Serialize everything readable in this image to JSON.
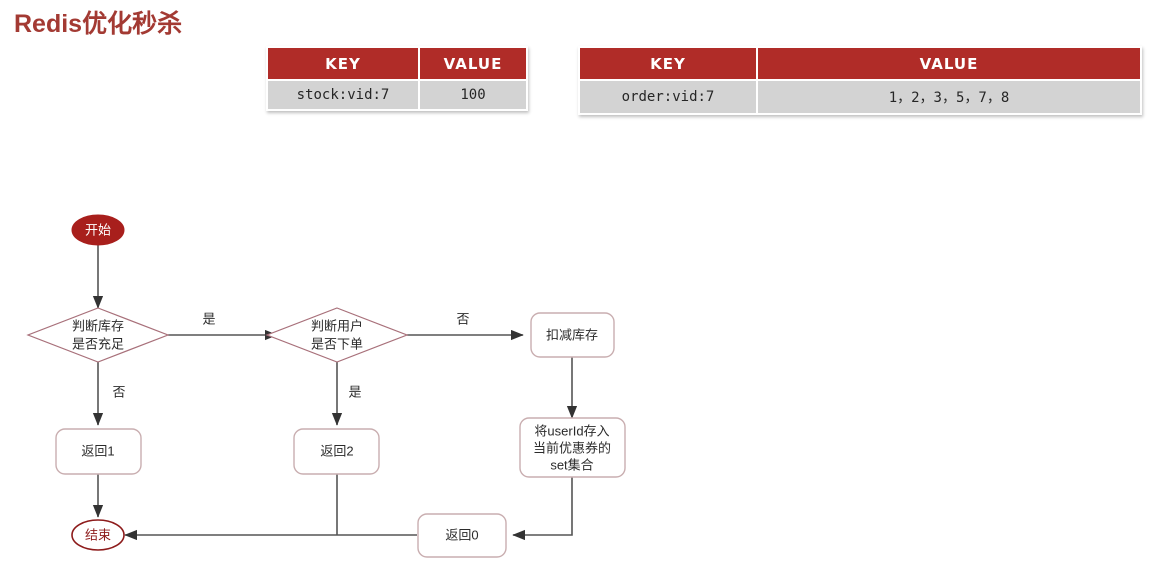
{
  "page": {
    "title": "Redis优化秒杀",
    "title_color": "#a33a33",
    "background": "#ffffff"
  },
  "tables": {
    "header_bg": "#b02c28",
    "header_fg": "#ffffff",
    "body_bg": "#d3d3d3",
    "stock": {
      "name": "stock-table",
      "columns": [
        "KEY",
        "VALUE"
      ],
      "rows": [
        {
          "key": "stock:vid:7",
          "value": "100"
        }
      ]
    },
    "order": {
      "name": "order-table",
      "columns": [
        "KEY",
        "VALUE"
      ],
      "rows": [
        {
          "key": "order:vid:7",
          "value": "1，2，3，5，7，8"
        }
      ]
    }
  },
  "flowchart": {
    "colors": {
      "start_fill": "#a81f1c",
      "end_stroke": "#8d1b1b",
      "box_stroke": "#c9aeb0",
      "diamond_stroke": "#a8707a",
      "edge": "#555555"
    },
    "nodes": {
      "start": {
        "label": "开始",
        "shape": "ellipse"
      },
      "check_stock": {
        "label_line1": "判断库存",
        "label_line2": "是否充足",
        "shape": "diamond"
      },
      "check_user": {
        "label_line1": "判断用户",
        "label_line2": "是否下单",
        "shape": "diamond"
      },
      "deduct_stock": {
        "label": "扣减库存",
        "shape": "rounded-rect"
      },
      "save_userid": {
        "label_line1": "将userId存入",
        "label_line2": "当前优惠券的",
        "label_line3": "set集合",
        "shape": "rounded-rect"
      },
      "return1": {
        "label": "返回1",
        "shape": "rounded-rect"
      },
      "return2": {
        "label": "返回2",
        "shape": "rounded-rect"
      },
      "return0": {
        "label": "返回0",
        "shape": "rounded-rect"
      },
      "end": {
        "label": "结束",
        "shape": "ellipse"
      }
    },
    "edge_labels": {
      "stock_yes": "是",
      "stock_no": "否",
      "user_no": "否",
      "user_yes": "是"
    }
  }
}
